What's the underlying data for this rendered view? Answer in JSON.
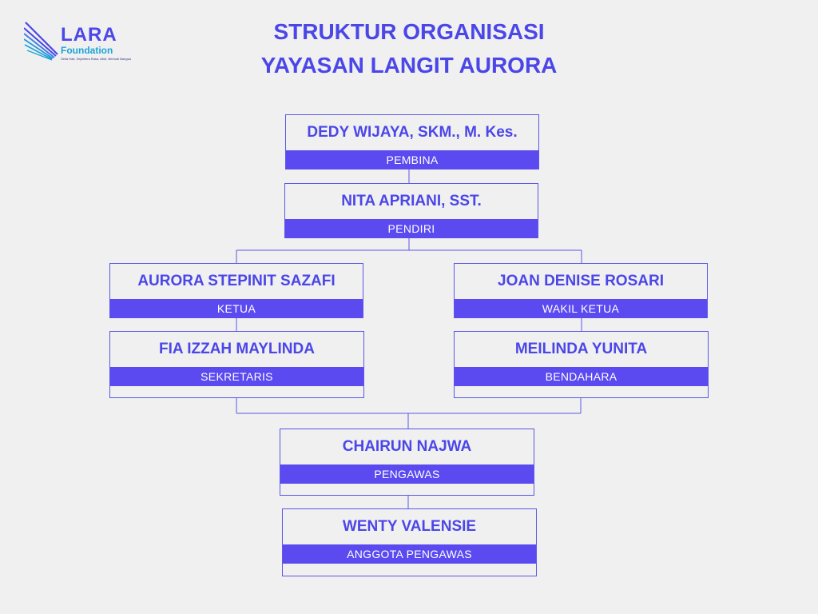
{
  "logo": {
    "name": "LARA",
    "subname": "Foundation",
    "tagline": "Setia Hati, Sejahtera Rasa, Abdi, Berbudi Bangsa"
  },
  "header": {
    "title_line1": "STRUKTUR ORGANISASI",
    "title_line2": "YAYASAN LANGIT AURORA"
  },
  "nodes": {
    "pembina": {
      "name": "DEDY WIJAYA, SKM., M. Kes.",
      "role": "PEMBINA"
    },
    "pendiri": {
      "name": "NITA APRIANI, SST.",
      "role": "PENDIRI"
    },
    "ketua": {
      "name": "AURORA STEPINIT SAZAFI",
      "role": "KETUA"
    },
    "wakil_ketua": {
      "name": "JOAN DENISE ROSARI",
      "role": "WAKIL KETUA"
    },
    "sekretaris": {
      "name": "FIA IZZAH MAYLINDA",
      "role": "SEKRETARIS"
    },
    "bendahara": {
      "name": "MEILINDA YUNITA",
      "role": "BENDAHARA"
    },
    "pengawas": {
      "name": "CHAIRUN NAJWA",
      "role": "PENGAWAS"
    },
    "anggota_pengawas": {
      "name": "WENTY VALENSIE",
      "role": "ANGGOTA PENGAWAS"
    }
  },
  "colors": {
    "accent": "#4b46e8",
    "role_band": "#5b4af0",
    "logo_secondary": "#1ba3d8",
    "background": "#f0f0f0"
  }
}
